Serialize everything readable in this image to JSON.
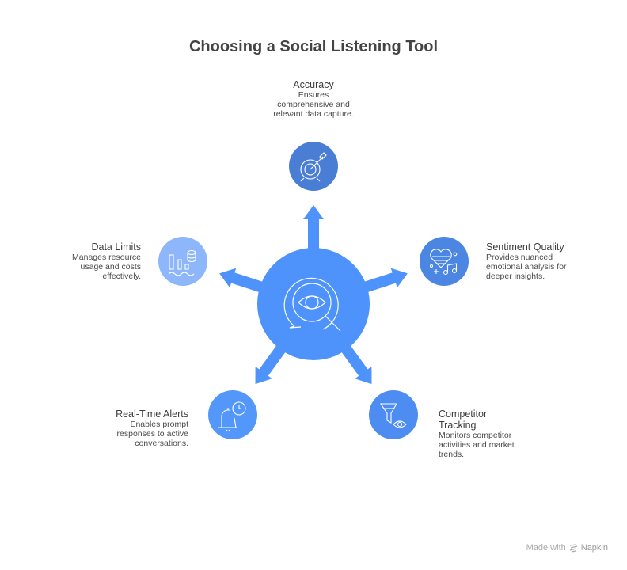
{
  "title": "Choosing a Social Listening Tool",
  "center": {
    "icon": "eye-magnifier-chat-icon",
    "color": "#4e93fb"
  },
  "nodes": [
    {
      "id": "accuracy",
      "title": "Accuracy",
      "description": [
        "Ensures",
        "comprehensive and",
        "relevant data capture."
      ],
      "icon": "target-arrow-icon",
      "color": "#4a7ed4"
    },
    {
      "id": "sentiment",
      "title": "Sentiment Quality",
      "description": [
        "Provides nuanced",
        "emotional analysis for",
        "deeper insights."
      ],
      "icon": "heart-music-icon",
      "color": "#4b86e3"
    },
    {
      "id": "competitor",
      "title": "Competitor Tracking",
      "title_lines": [
        "Competitor",
        "Tracking"
      ],
      "description": [
        "Monitors competitor",
        "activities and market",
        "trends."
      ],
      "icon": "funnel-eye-icon",
      "color": "#4d8cf0"
    },
    {
      "id": "alerts",
      "title": "Real-Time Alerts",
      "description": [
        "Enables prompt",
        "responses to active",
        "conversations."
      ],
      "icon": "bell-clock-icon",
      "color": "#5497fb"
    },
    {
      "id": "limits",
      "title": "Data Limits",
      "description": [
        "Manages resource",
        "usage and costs",
        "effectively."
      ],
      "icon": "bars-database-icon",
      "color": "#8db6fb"
    }
  ],
  "footer": {
    "made_with": "Made with",
    "brand": "Napkin"
  }
}
